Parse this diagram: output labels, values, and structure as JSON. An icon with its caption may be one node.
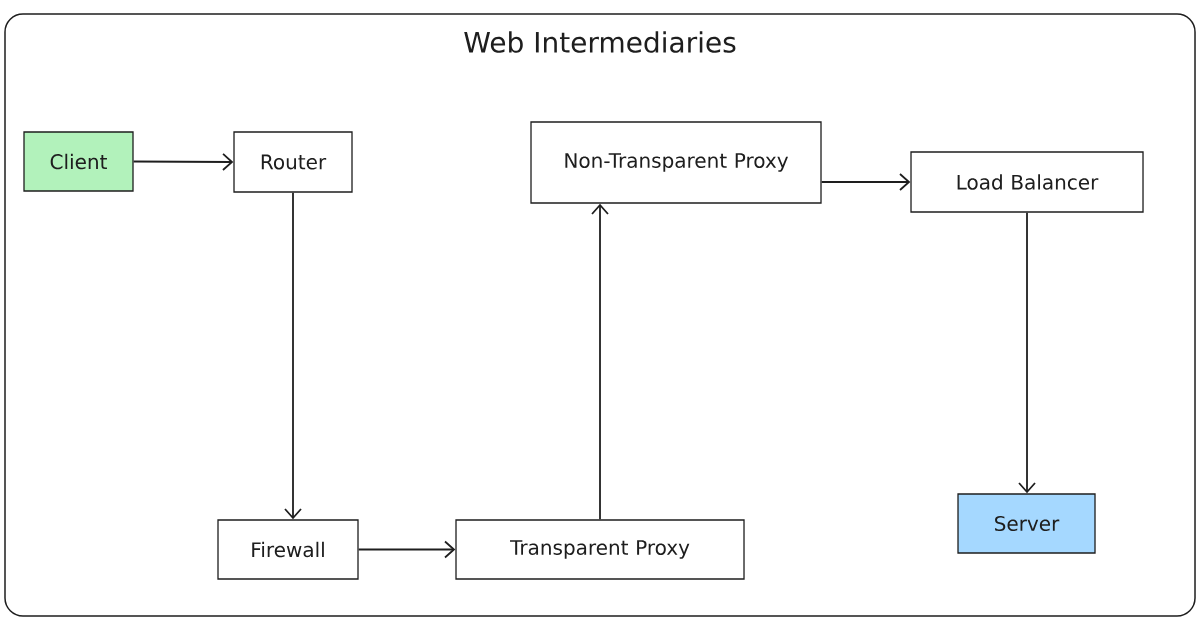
{
  "diagram": {
    "title": "Web Intermediaries",
    "nodes": [
      {
        "text": [
          "Client"
        ]
      },
      {
        "text": [
          "Router"
        ]
      },
      {
        "text": [
          "Firewall"
        ]
      },
      {
        "text": [
          "Transparent Proxy"
        ]
      },
      {
        "text": [
          "Non-Transparent Proxy"
        ]
      },
      {
        "text": [
          "Load Balancer"
        ]
      },
      {
        "text": [
          "Server"
        ]
      }
    ],
    "edges": [
      {
        "from": 0,
        "to": 1,
        "arrow": "to"
      },
      {
        "from": 1,
        "to": 2,
        "arrow": "to"
      },
      {
        "from": 2,
        "to": 3,
        "arrow": "to"
      },
      {
        "from": 3,
        "to": 4,
        "arrow": "to"
      },
      {
        "from": 4,
        "to": 5,
        "arrow": "to"
      },
      {
        "from": 5,
        "to": 6,
        "arrow": "to"
      }
    ]
  }
}
